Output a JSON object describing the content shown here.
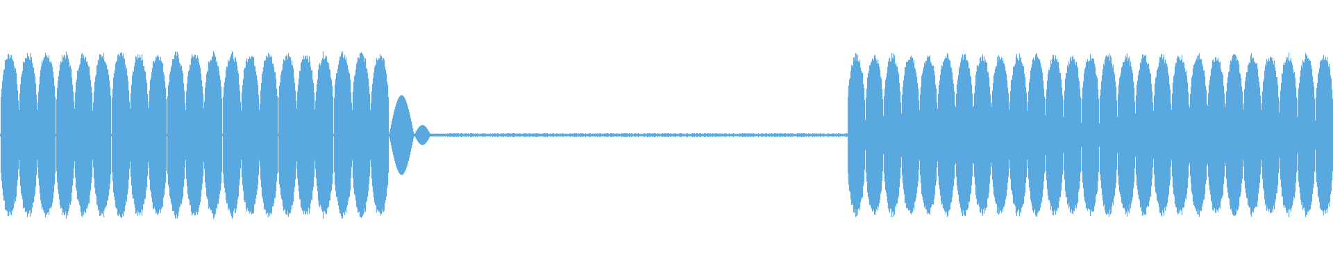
{
  "waveform": {
    "color": "#5aa9e0",
    "background": "#ffffff",
    "segments": [
      {
        "kind": "audio",
        "bursts": 21,
        "level": 0.95
      },
      {
        "kind": "fade",
        "level": 0.45
      },
      {
        "kind": "silence",
        "level": 0.02
      },
      {
        "kind": "audio",
        "bursts": 27,
        "level": 0.93
      }
    ]
  }
}
